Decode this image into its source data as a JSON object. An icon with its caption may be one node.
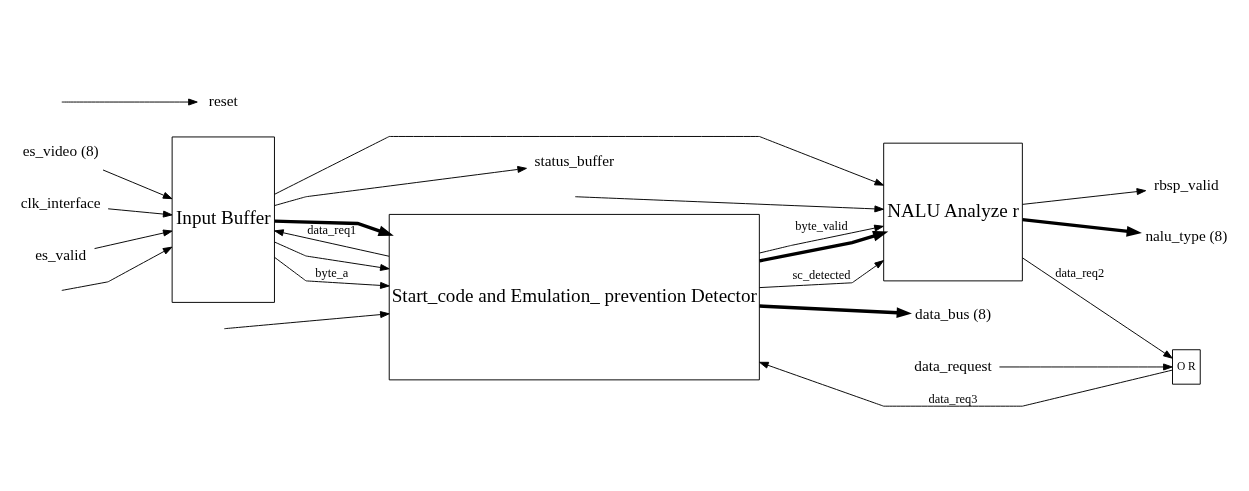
{
  "diagram": {
    "nodes": [
      {
        "text": [
          "es_video (8)"
        ]
      },
      {
        "text": [
          "clk_interface"
        ]
      },
      {
        "text": [
          "es_valid"
        ]
      },
      {
        "text": [
          "Input Buffer"
        ]
      },
      {
        "text": [
          "Start_code and Emulation_ prevention Detector"
        ]
      },
      {
        "text": [
          "O R"
        ]
      },
      {
        "text": [
          "NALU Analyze r"
        ]
      },
      {
        "text": [
          "reset"
        ]
      },
      {
        "text": [
          "data_request"
        ]
      },
      {
        "text": [
          "status_buffer"
        ]
      },
      {
        "text": [
          "rbsp_valid"
        ]
      },
      {
        "text": [
          "nalu_type (8)"
        ]
      },
      {
        "text": [
          "data_bus (8)"
        ]
      }
    ],
    "edges": [
      {
        "from": null,
        "to": 3,
        "arrow": "to"
      },
      {
        "from": null,
        "to": 4,
        "arrow": "to"
      },
      {
        "from": null,
        "to": 6,
        "arrow": "to"
      },
      {
        "from": null,
        "to": 7,
        "arrow": "to"
      },
      {
        "from": 0,
        "to": 3,
        "arrow": "to"
      },
      {
        "from": 1,
        "to": 3,
        "arrow": "to"
      },
      {
        "from": 2,
        "to": 3,
        "arrow": "to"
      },
      {
        "from": 8,
        "to": 5,
        "arrow": "to"
      },
      {
        "from": 5,
        "to": 4,
        "arrow": "to",
        "label": "data_req3"
      },
      {
        "from": 3,
        "to": 4,
        "arrow": "to"
      },
      {
        "from": 3,
        "to": 6,
        "arrow": "to"
      },
      {
        "from": 3,
        "to": 9,
        "arrow": "to"
      },
      {
        "from": 6,
        "to": 5,
        "arrow": "to",
        "label": "data_req2"
      },
      {
        "from": 4,
        "to": 3,
        "arrow": "to",
        "label": "data_req1"
      },
      {
        "from": 4,
        "to": 6,
        "arrow": "to",
        "label": "sc_detected"
      },
      {
        "from": 3,
        "to": 4,
        "arrow": "to",
        "label": "byte_a"
      },
      {
        "from": 4,
        "to": 6,
        "arrow": "to",
        "label": "byte_valid"
      },
      {
        "from": 6,
        "to": 10,
        "arrow": "to"
      },
      {
        "from": 3,
        "to": 4,
        "arrow": "to",
        "style": "thick"
      },
      {
        "from": 6,
        "to": 11,
        "arrow": "to",
        "style": "thick"
      },
      {
        "from": 4,
        "to": 12,
        "arrow": "to",
        "style": "thick"
      },
      {
        "from": 4,
        "to": 6,
        "arrow": "to",
        "style": "thick"
      }
    ]
  }
}
